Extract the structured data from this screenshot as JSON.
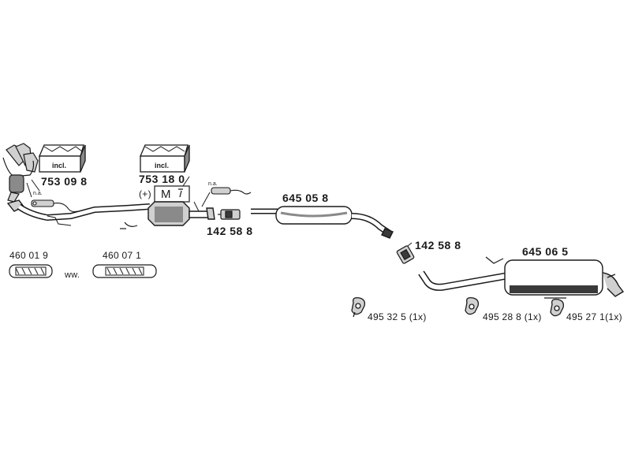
{
  "colors": {
    "ink": "#1a1a1a",
    "fill_dark": "#3a3a3a",
    "fill_mid": "#8a8a8a",
    "fill_light": "#d0d0d0"
  },
  "labels": {
    "kit1_incl": "incl.",
    "kit1_part": "753 09 8",
    "kit1_na": "n.a.",
    "kit2_incl": "incl.",
    "kit2_part": "753 18 0",
    "kit2_plus": "(+)",
    "kit2_m": "M",
    "sensor_na": "n.a.",
    "clamp1_part": "142 58 8",
    "mid_muffler_part": "645 05 8",
    "clamp2_part": "142 58 8",
    "rear_muffler_part": "645 06 5",
    "flex1_part": "460 01 9",
    "flex2_part": "460 07 1",
    "ww": "ww.",
    "hanger1": "495 32 5 (1x)",
    "hanger2": "495 28 8 (1x)",
    "hanger3": "495 27 1(1x)"
  }
}
